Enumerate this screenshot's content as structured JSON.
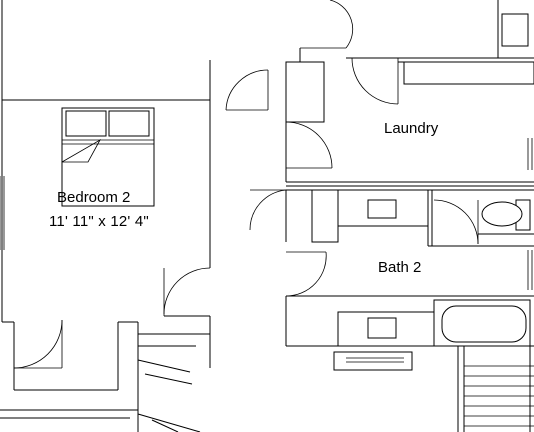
{
  "rooms": {
    "bedroom2": {
      "name": "Bedroom 2",
      "dimensions": "11' 11\" x 12' 4\""
    },
    "laundry": {
      "name": "Laundry"
    },
    "bath2": {
      "name": "Bath 2"
    }
  },
  "colors": {
    "line": "#000000",
    "background": "#ffffff"
  }
}
